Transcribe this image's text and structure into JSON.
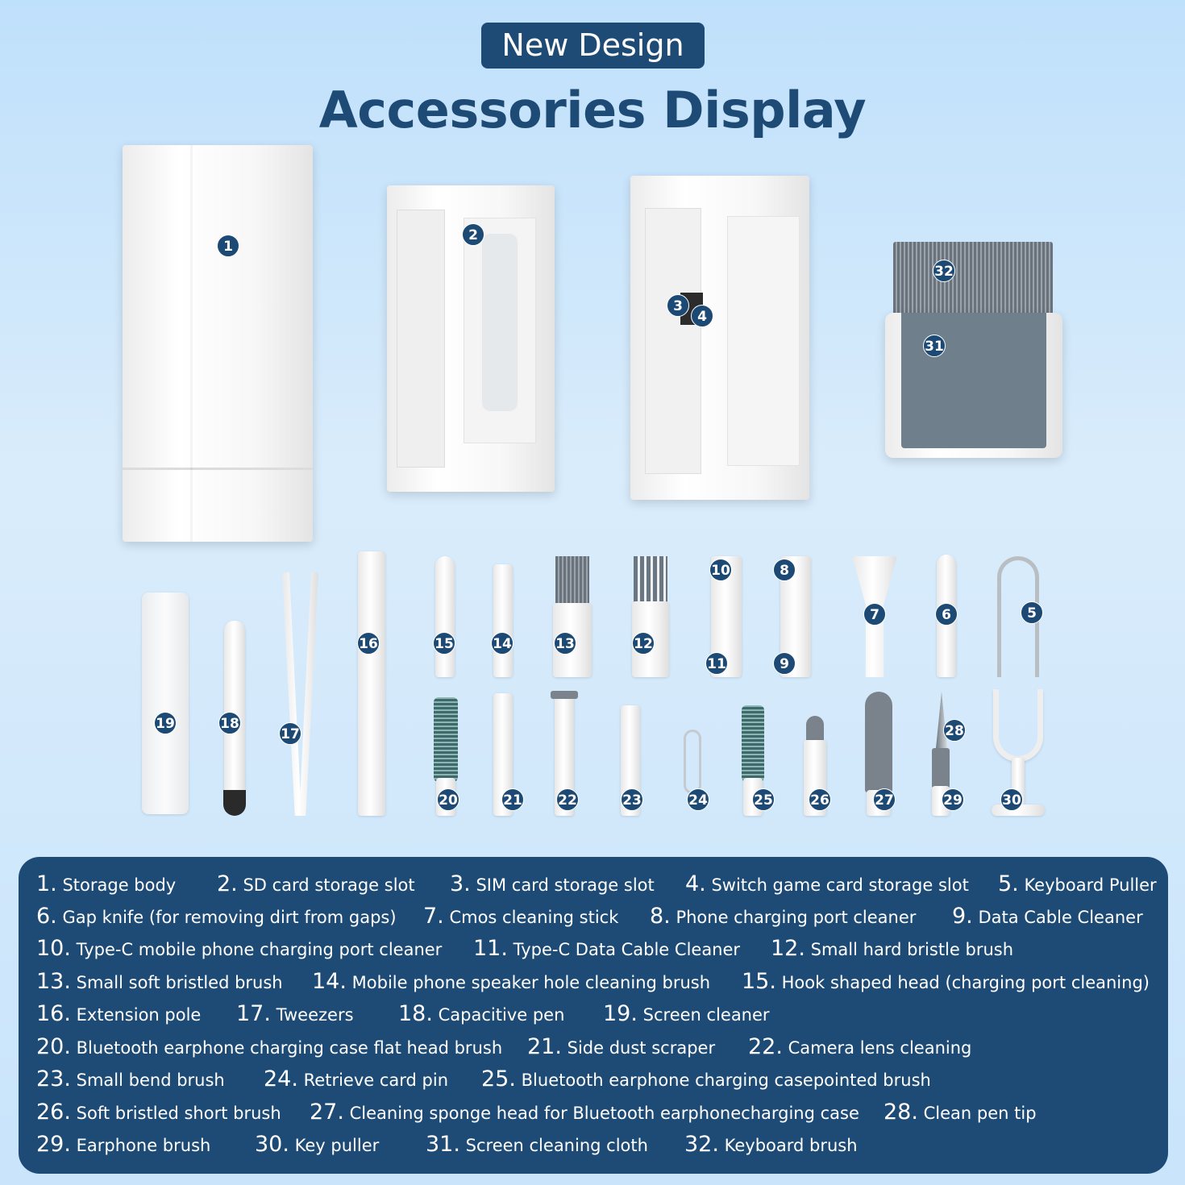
{
  "header": {
    "badge": "New Design",
    "title": "Accessories Display"
  },
  "markers": [
    "1",
    "2",
    "3",
    "4",
    "5",
    "6",
    "7",
    "8",
    "9",
    "10",
    "11",
    "12",
    "13",
    "14",
    "15",
    "16",
    "17",
    "18",
    "19",
    "20",
    "21",
    "22",
    "23",
    "24",
    "25",
    "26",
    "27",
    "28",
    "29",
    "30",
    "31",
    "32"
  ],
  "legend": [
    {
      "num": "1.",
      "label": "Storage body"
    },
    {
      "num": "2.",
      "label": "SD card storage slot"
    },
    {
      "num": "3.",
      "label": "SIM card storage slot"
    },
    {
      "num": "4.",
      "label": "Switch game card storage slot"
    },
    {
      "num": "5.",
      "label": "Keyboard Puller"
    },
    {
      "num": "6.",
      "label": "Gap knife (for removing dirt from gaps)"
    },
    {
      "num": "7.",
      "label": "Cmos cleaning stick"
    },
    {
      "num": "8.",
      "label": "Phone charging port cleaner"
    },
    {
      "num": "9.",
      "label": "Data Cable Cleaner"
    },
    {
      "num": "10.",
      "label": "Type-C mobile phone charging port cleaner"
    },
    {
      "num": "11.",
      "label": "Type-C Data Cable Cleaner"
    },
    {
      "num": "12.",
      "label": "Small hard bristle brush"
    },
    {
      "num": "13.",
      "label": "Small soft bristled brush"
    },
    {
      "num": "14.",
      "label": "Mobile phone speaker hole cleaning brush"
    },
    {
      "num": "15.",
      "label": "Hook shaped head (charging port cleaning)"
    },
    {
      "num": "16.",
      "label": "Extension pole"
    },
    {
      "num": "17.",
      "label": "Tweezers"
    },
    {
      "num": "18.",
      "label": "Capacitive pen"
    },
    {
      "num": "19.",
      "label": "Screen cleaner"
    },
    {
      "num": "20.",
      "label": "Bluetooth earphone charging case flat head brush"
    },
    {
      "num": "21.",
      "label": "Side dust scraper"
    },
    {
      "num": "22.",
      "label": "Camera lens cleaning"
    },
    {
      "num": "23.",
      "label": "Small bend brush"
    },
    {
      "num": "24.",
      "label": "Retrieve card pin"
    },
    {
      "num": "25.",
      "label": "Bluetooth earphone charging casepointed brush"
    },
    {
      "num": "26.",
      "label": "Soft bristled short brush"
    },
    {
      "num": "27.",
      "label": "Cleaning sponge head for Bluetooth earphonecharging case"
    },
    {
      "num": "28.",
      "label": "Clean pen tip"
    },
    {
      "num": "29.",
      "label": " Earphone brush"
    },
    {
      "num": "30.",
      "label": " Key puller"
    },
    {
      "num": "31.",
      "label": "Screen cleaning cloth"
    },
    {
      "num": "32.",
      "label": "Keyboard brush"
    }
  ]
}
